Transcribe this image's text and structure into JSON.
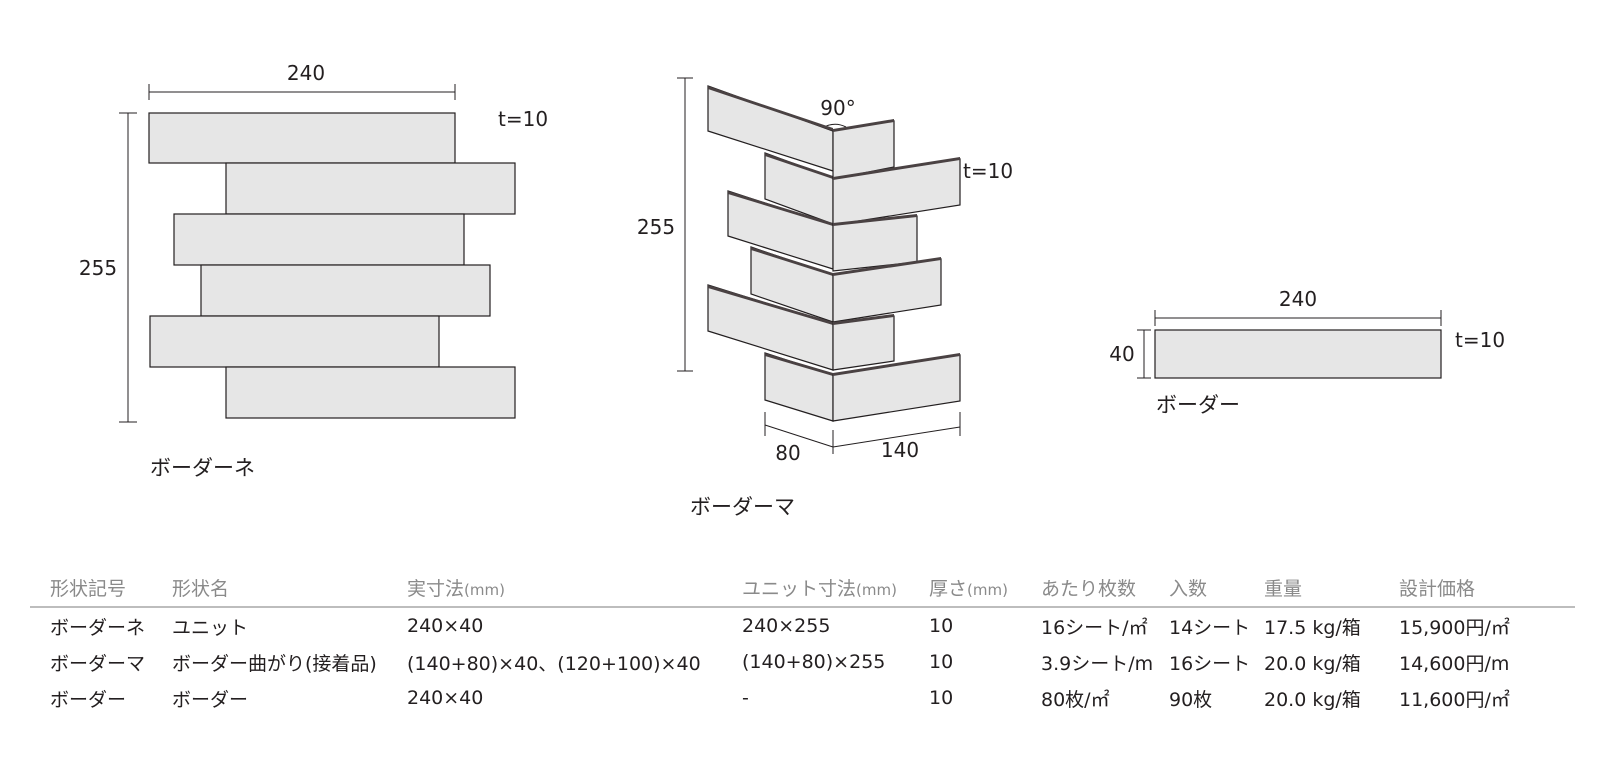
{
  "figures": {
    "neko": {
      "width_label": "240",
      "height_label": "255",
      "thickness_label": "t=10",
      "caption": "ボーダーネ"
    },
    "corner": {
      "height_label": "255",
      "angle_label": "90°",
      "thickness_label": "t=10",
      "left_label": "80",
      "right_label": "140",
      "caption": "ボーダーマ"
    },
    "border": {
      "width_label": "240",
      "height_label": "40",
      "thickness_label": "t=10",
      "caption": "ボーダー"
    }
  },
  "table": {
    "headers": [
      {
        "text": "形状記号",
        "unit": ""
      },
      {
        "text": "形状名",
        "unit": ""
      },
      {
        "text": "実寸法",
        "unit": "(mm)"
      },
      {
        "text": "ユニット寸法",
        "unit": "(mm)"
      },
      {
        "text": "厚さ",
        "unit": "(mm)"
      },
      {
        "text": "あたり枚数",
        "unit": ""
      },
      {
        "text": "入数",
        "unit": ""
      },
      {
        "text": "重量",
        "unit": ""
      },
      {
        "text": "設計価格",
        "unit": ""
      }
    ],
    "rows": [
      [
        "ボーダーネ",
        "ユニット",
        "240×40",
        "240×255",
        "10",
        "16シート/㎡",
        "14シート",
        "17.5 kg/箱",
        "15,900円/㎡"
      ],
      [
        "ボーダーマ",
        "ボーダー曲がり(接着品)",
        "(140+80)×40、(120+100)×40",
        "(140+80)×255",
        "10",
        "3.9シート/m",
        "16シート",
        "20.0 kg/箱",
        "14,600円/m"
      ],
      [
        "ボーダー",
        "ボーダー",
        "240×40",
        "-",
        "10",
        "80枚/㎡",
        "90枚",
        "20.0 kg/箱",
        "11,600円/㎡"
      ]
    ]
  }
}
